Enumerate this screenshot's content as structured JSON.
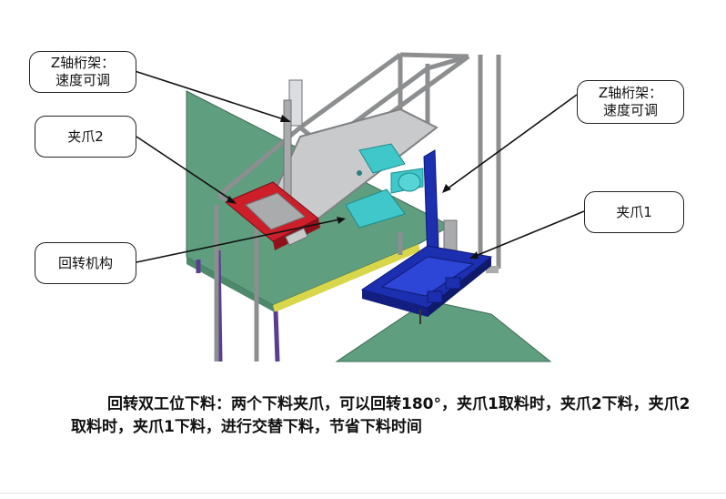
{
  "callouts": {
    "z_gantry_left": "Z轴桁架：\n速度可调",
    "z_gantry_right": "Z轴桁架：\n速度可调",
    "gripper_2": "夹爪2",
    "gripper_1": "夹爪1",
    "rotary_mechanism": "回转机构"
  },
  "caption": "回转双工位下料：两个下料夹爪，可以回转180°，夹爪1取料时，夹爪2下料，夹爪2取料时，夹爪1下料，进行交替下料，节省下料时间",
  "colors": {
    "table_green": "#5f9f7f",
    "frame_gray": "#a9abad",
    "plate_gray": "#c9cacc",
    "gripper_red": "#cc1f2a",
    "gripper_blue": "#1c2fb0",
    "motor_cyan": "#3fc7c9",
    "leg_purple": "#5a3f8f",
    "table_edge_yellow": "#d8d64a"
  }
}
